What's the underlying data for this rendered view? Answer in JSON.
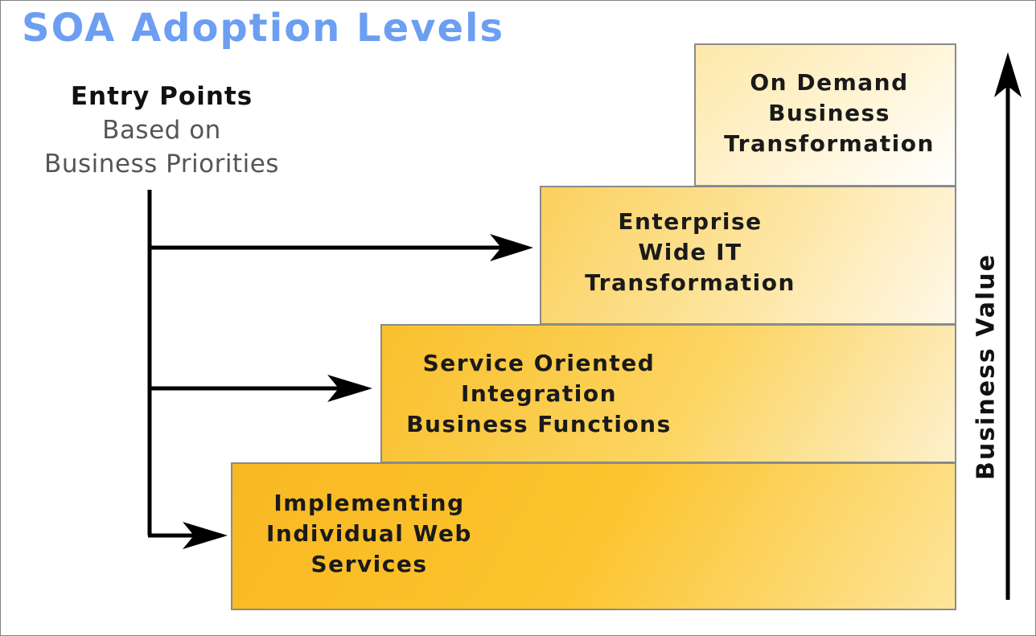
{
  "title": "SOA Adoption Levels",
  "entry": {
    "heading": "Entry Points",
    "sub_lines": [
      "Based on",
      "Business Priorities"
    ]
  },
  "levels": [
    {
      "lines": [
        "Implementing",
        "Individual Web",
        "Services"
      ]
    },
    {
      "lines": [
        "Service Oriented",
        "Integration",
        "Business Functions"
      ]
    },
    {
      "lines": [
        "Enterprise",
        "Wide IT",
        "Transformation"
      ]
    },
    {
      "lines": [
        "On Demand",
        "Business",
        "Transformation"
      ]
    }
  ],
  "axis": {
    "label": "Business Value"
  },
  "colors": {
    "title": "#6c9ef2",
    "step_gold": "#fcc42e",
    "border": "#8a8a8a",
    "arrow": "#000000"
  }
}
